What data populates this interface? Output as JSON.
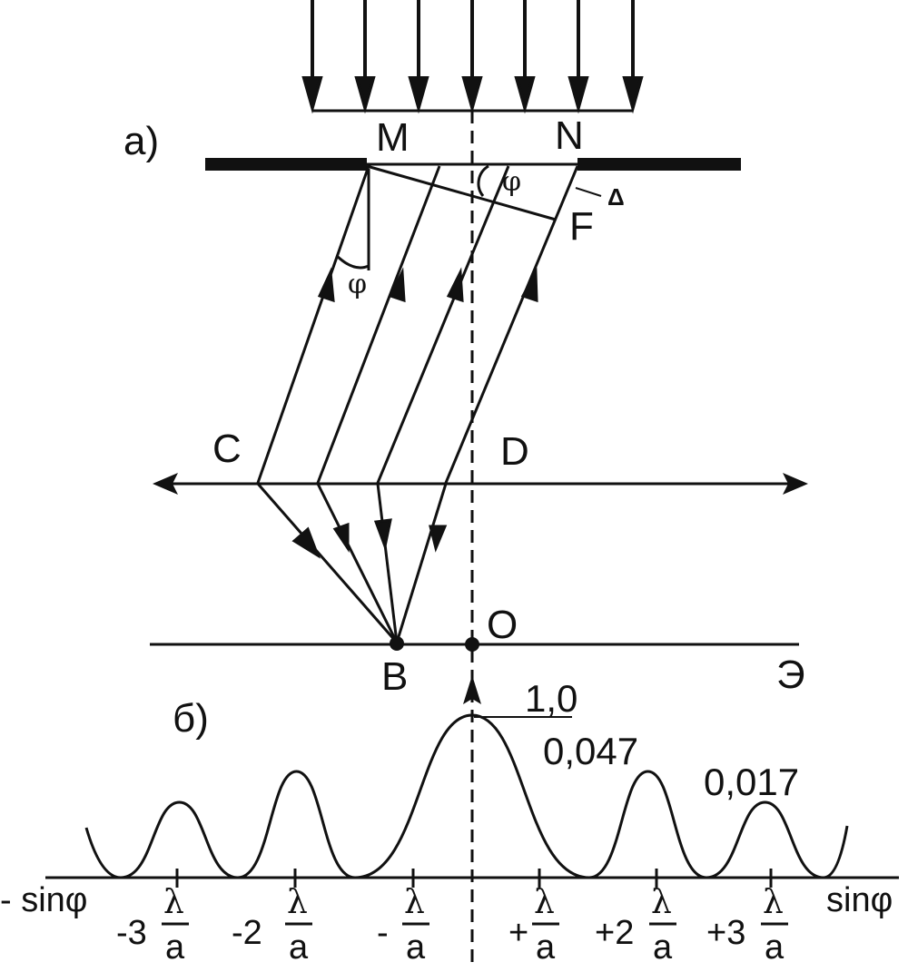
{
  "part_a_label": "а)",
  "part_b_label": "б)",
  "points": {
    "M": "M",
    "N": "N",
    "F": "F",
    "C": "C",
    "D": "D",
    "O": "O",
    "B": "B"
  },
  "delta": "Δ",
  "phi": "φ",
  "screen": "Э",
  "intensity": {
    "central": "1,0",
    "first": "0,047",
    "second": "0,017"
  },
  "axis": {
    "left": "- sinφ",
    "right": "sinφ"
  },
  "ticks": {
    "neg3": "-3",
    "neg2": "-2",
    "neg1": "-",
    "pos1": "+",
    "pos2": "+2",
    "pos3": "+3",
    "lambda": "λ",
    "a": "a"
  },
  "chart_data": {
    "type": "line",
    "x": [
      -3,
      -2.5,
      -2,
      -1.5,
      -1,
      0,
      1,
      1.5,
      2,
      2.5,
      3
    ],
    "y": [
      0,
      0.017,
      0,
      0.047,
      0,
      1.0,
      0,
      0.047,
      0,
      0.017,
      0
    ]
  }
}
